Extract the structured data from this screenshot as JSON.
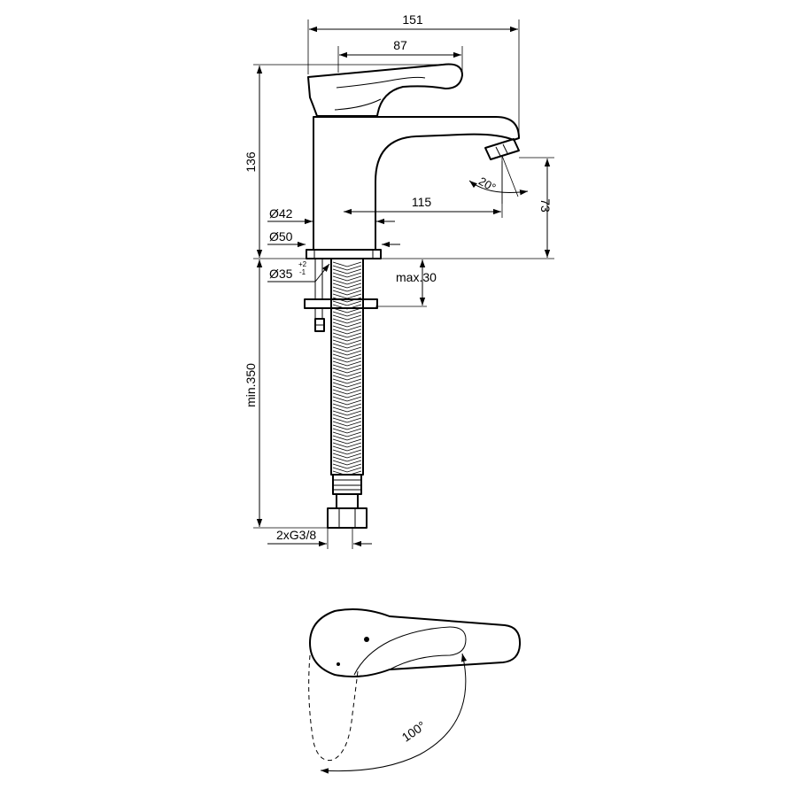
{
  "dimensions": {
    "overall_width": "151",
    "handle_width": "87",
    "height": "136",
    "spout_projection": "115",
    "spout_height": "73",
    "spout_angle": "20°",
    "body_diameter": "Ø42",
    "base_diameter": "Ø50",
    "hole_diameter": "Ø35",
    "hole_tolerance_upper": "+2",
    "hole_tolerance_lower": "-1",
    "max_deck_thickness": "max.30",
    "hose_length": "min.350",
    "connection": "2xG3/8",
    "handle_rotation": "100°"
  }
}
